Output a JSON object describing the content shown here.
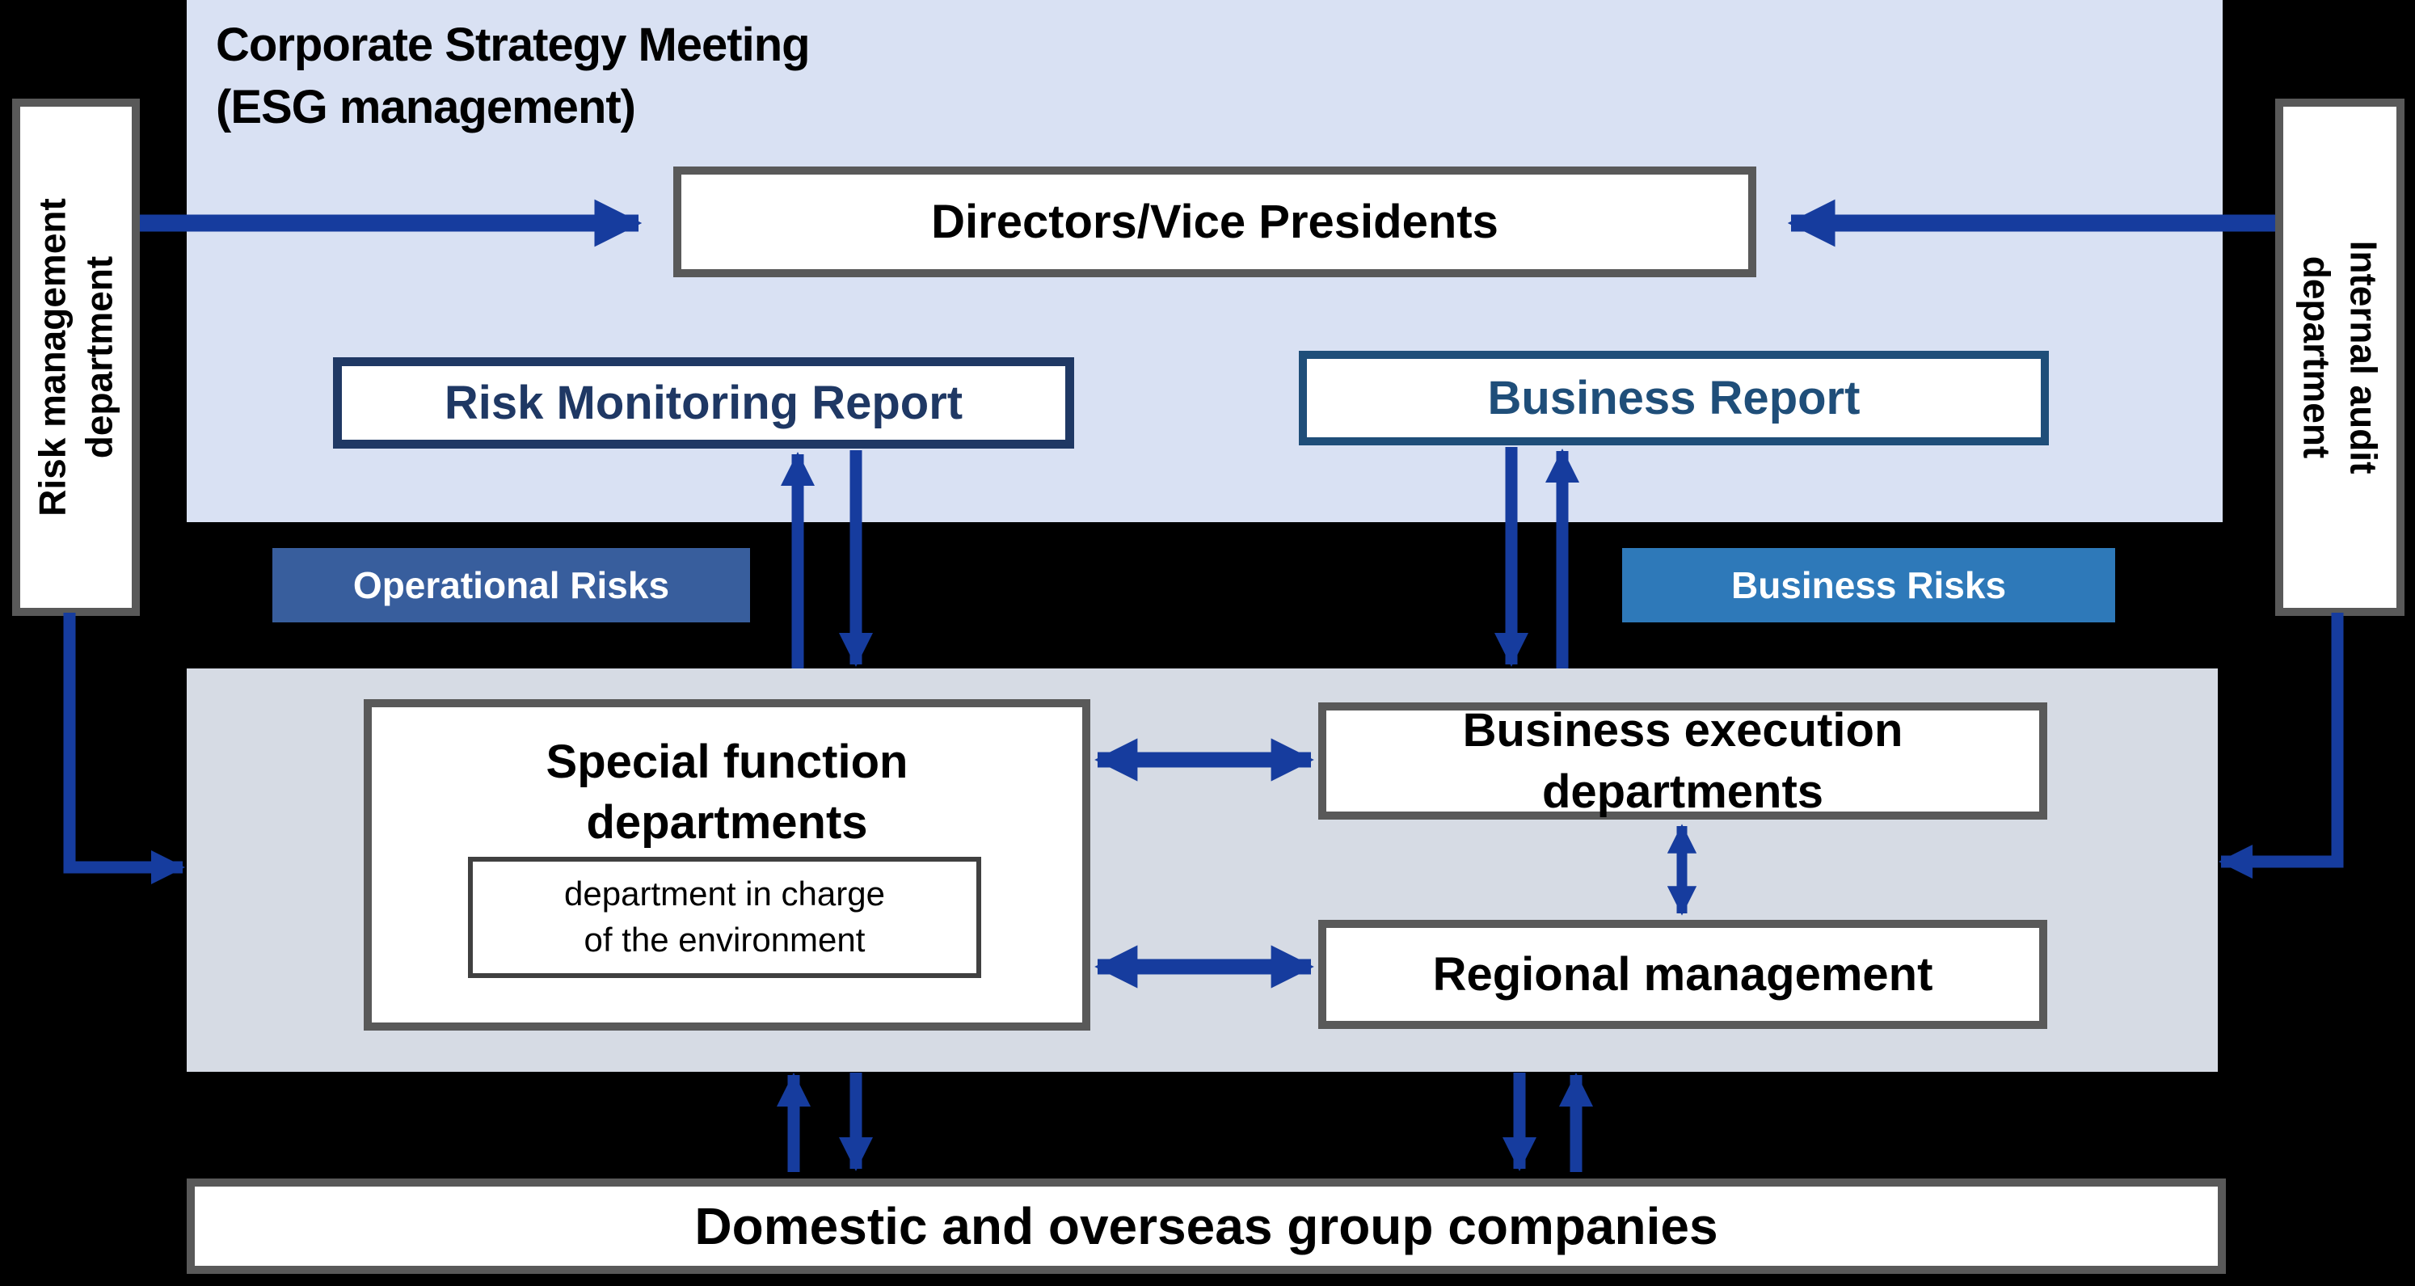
{
  "colors": {
    "background": "#000000",
    "top_panel": "#D9E1F3",
    "middle_panel": "#D6DBE4",
    "border_gray": "#595959",
    "navy_dark": "#1F3864",
    "navy_medium": "#1F4E79",
    "arrow_blue": "#163C9E",
    "badge_operational": "#385E9D",
    "badge_business": "#2E79B9",
    "box_bg": "#FFFFFF"
  },
  "top_panel": {
    "title": "Corporate Strategy Meeting\n(ESG management)"
  },
  "boxes": {
    "directors": "Directors/Vice Presidents",
    "risk_monitoring_report": "Risk Monitoring Report",
    "business_report": "Business Report",
    "special_function": "Special function\ndepartments",
    "environment_dept": "department in charge\nof the environment",
    "business_execution": "Business execution\ndepartments",
    "regional_management": "Regional management",
    "group_companies": "Domestic and overseas group companies",
    "risk_management_dept": "Risk management\ndepartment",
    "internal_audit_dept": "Internal audit\ndepartment"
  },
  "badges": {
    "operational_risks": "Operational Risks",
    "business_risks": "Business Risks"
  },
  "arrows": [
    {
      "name": "risk-mgmt-to-directors",
      "from": "Risk management department",
      "to": "Directors/Vice Presidents"
    },
    {
      "name": "internal-audit-to-directors",
      "from": "Internal audit department",
      "to": "Directors/Vice Presidents"
    },
    {
      "name": "special-to-risk-monitoring-up",
      "from": "Special function departments",
      "to": "Risk Monitoring Report"
    },
    {
      "name": "risk-monitoring-to-special-down",
      "from": "Risk Monitoring Report",
      "to": "Special function departments"
    },
    {
      "name": "business-report-down",
      "from": "Business Report",
      "to": "Business execution departments"
    },
    {
      "name": "business-execution-up",
      "from": "Business execution departments",
      "to": "Business Report"
    },
    {
      "name": "risk-mgmt-to-middle-panel",
      "from": "Risk management department",
      "to": "middle panel"
    },
    {
      "name": "internal-audit-to-middle-panel",
      "from": "Internal audit department",
      "to": "middle panel"
    },
    {
      "name": "special-business-execution-bidirectional",
      "from": "Special function departments",
      "to": "Business execution departments"
    },
    {
      "name": "special-regional-bidirectional",
      "from": "Special function departments",
      "to": "Regional management"
    },
    {
      "name": "business-execution-regional-bidirectional",
      "from": "Business execution departments",
      "to": "Regional management"
    },
    {
      "name": "group-to-special-up",
      "from": "Domestic and overseas group companies",
      "to": "Special function departments"
    },
    {
      "name": "special-to-group-down",
      "from": "Special function departments",
      "to": "Domestic and overseas group companies"
    },
    {
      "name": "regional-to-group-down",
      "from": "Regional management",
      "to": "Domestic and overseas group companies"
    },
    {
      "name": "group-to-execution-up",
      "from": "Domestic and overseas group companies",
      "to": "Business execution departments"
    }
  ]
}
